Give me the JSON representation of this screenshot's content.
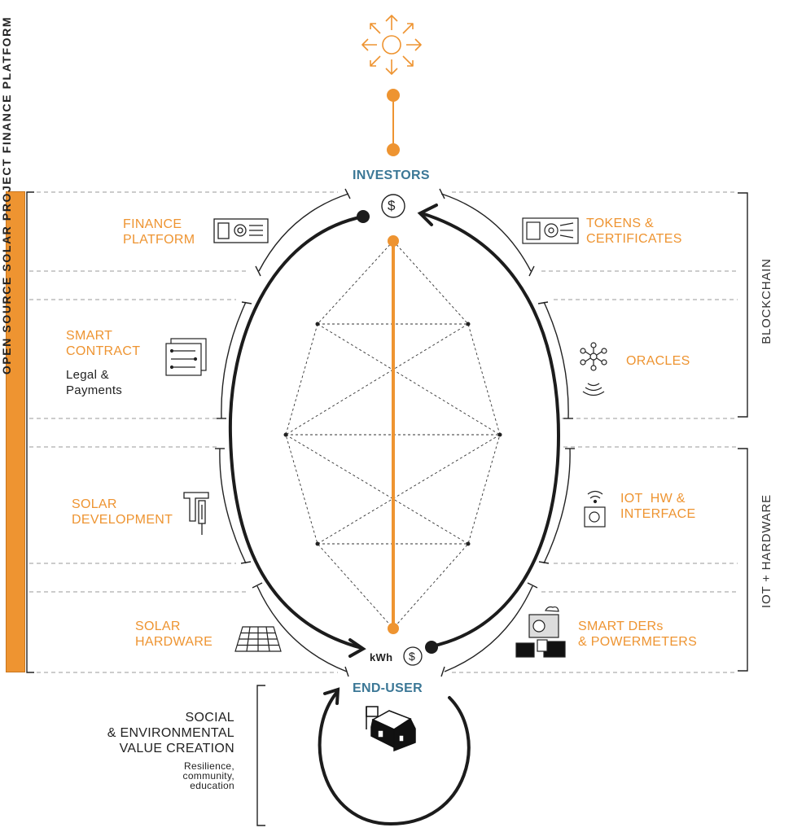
{
  "sidebar": {
    "title": "OPEN SOURCE SOLAR PROJECT FINANCE PLATFORM"
  },
  "nodes": {
    "investors": "INVESTORS",
    "end_user": "END-USER",
    "kwh": "kWh",
    "dollar": "$"
  },
  "left_items": {
    "finance_platform": [
      "FINANCE",
      "PLATFORM"
    ],
    "smart_contract": [
      "SMART",
      "CONTRACT"
    ],
    "smart_contract_sub": [
      "Legal &",
      "Payments"
    ],
    "solar_development": [
      "SOLAR",
      "DEVELOPMENT"
    ],
    "solar_hardware": [
      "SOLAR",
      "HARDWARE"
    ]
  },
  "right_items": {
    "tokens": [
      "TOKENS &",
      "CERTIFICATES"
    ],
    "oracles": "ORACLES",
    "iot_hw": [
      "IOT  HW &",
      "INTERFACE"
    ],
    "smart_ders": [
      "SMART DERs",
      "& POWERMETERS"
    ]
  },
  "brackets": {
    "blockchain": "BLOCKCHAIN",
    "iot_hardware": "IOT + HARDWARE"
  },
  "social": {
    "title": [
      "SOCIAL",
      "& ENVIRONMENTAL",
      "VALUE CREATION"
    ],
    "sub": [
      "Resilience,",
      "community,",
      "education"
    ]
  },
  "colors": {
    "accent": "#ee9431",
    "node_blue": "#3b7796",
    "line": "#222222"
  }
}
